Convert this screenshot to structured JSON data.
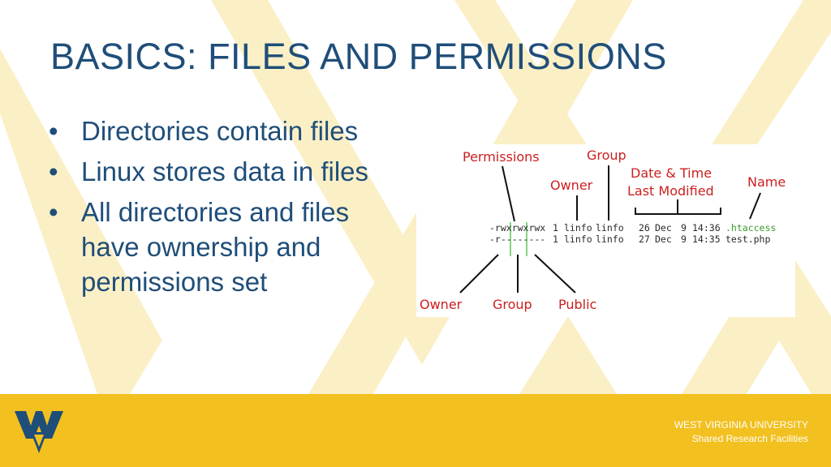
{
  "slide": {
    "title": "BASICS: FILES AND PERMISSIONS",
    "bullet_glyph": "•",
    "bullets": [
      "Directories contain files",
      "Linux stores data in files",
      "All directories and files have ownership and permissions set"
    ]
  },
  "diagram": {
    "labels": {
      "permissions": "Permissions",
      "group_top": "Group",
      "owner_top": "Owner",
      "date_line1": "Date & Time",
      "date_line2": "Last Modified",
      "name": "Name",
      "owner_bottom": "Owner",
      "group_bottom": "Group",
      "public": "Public"
    },
    "rows": [
      {
        "perms": "-rwxrwxrwx",
        "links": "1",
        "owner": "linfo",
        "group": "linfo",
        "day": "26",
        "month": "Dec",
        "hour": "9",
        "time": "14:36",
        "name": ".htaccess"
      },
      {
        "perms": "-r--------",
        "links": "1",
        "owner": "linfo",
        "group": "linfo",
        "day": "27",
        "month": "Dec",
        "hour": "9",
        "time": "14:35",
        "name": "test.php"
      }
    ]
  },
  "footer": {
    "org": "WEST VIRGINIA UNIVERSITY",
    "dept": "Shared Research Facilities"
  },
  "colors": {
    "title": "#1f4e79",
    "diagram_label": "#cc1f1f",
    "footer_band": "#f2c01f",
    "logo": "#1f4e79",
    "chevron": "#fbefc6"
  }
}
